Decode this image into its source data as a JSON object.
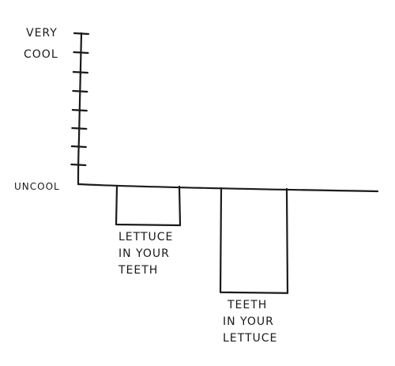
{
  "chart_data": {
    "type": "bar",
    "title": "",
    "xlabel": "",
    "ylabel": "",
    "y_top_label": [
      "VERY",
      "COOL"
    ],
    "y_zero_label": "UNCOOL",
    "categories": [
      [
        "LETTUCE",
        "IN YOUR",
        "TEETH"
      ],
      [
        "TEETH",
        "IN YOUR",
        "LETTUCE"
      ]
    ],
    "values": [
      -2,
      -5.5
    ],
    "y_tick_count": 8,
    "ylim": [
      -6,
      8
    ],
    "grid": false,
    "legend": "none"
  }
}
